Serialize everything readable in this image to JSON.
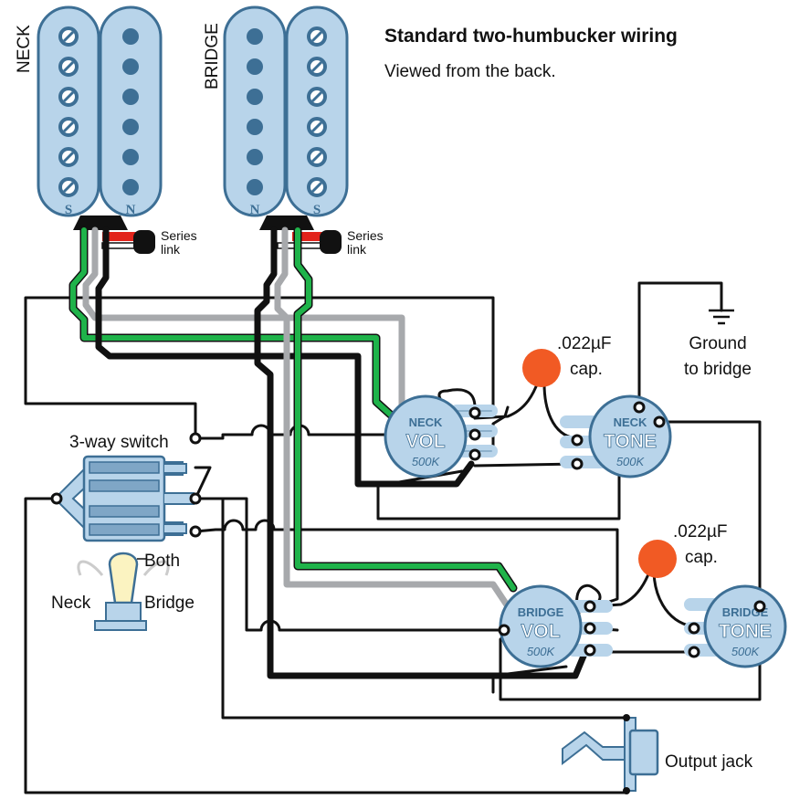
{
  "header": {
    "title": "Standard two-humbucker wiring",
    "subtitle": "Viewed from the back."
  },
  "pickups": {
    "neck": {
      "label": "NECK",
      "pole_left": "S",
      "pole_right": "N",
      "link": [
        "Series",
        "link"
      ]
    },
    "bridge": {
      "label": "BRIDGE",
      "pole_left": "N",
      "pole_right": "S",
      "link": [
        "Series",
        "link"
      ]
    }
  },
  "pots": {
    "neck_vol": {
      "top": "NECK",
      "main": "VOL",
      "value": "500K"
    },
    "neck_tone": {
      "top": "NECK",
      "main": "TONE",
      "value": "500K"
    },
    "bridge_vol": {
      "top": "BRIDGE",
      "main": "VOL",
      "value": "500K"
    },
    "bridge_tone": {
      "top": "BRIDGE",
      "main": "TONE",
      "value": "500K"
    }
  },
  "caps": {
    "neck": {
      "value": ".022µF",
      "word": "cap."
    },
    "bridge": {
      "value": ".022µF",
      "word": "cap."
    }
  },
  "ground": {
    "line1": "Ground",
    "line2": "to bridge"
  },
  "switch": {
    "title": "3-way switch",
    "positions": {
      "left": "Neck",
      "middle": "Both",
      "right": "Bridge"
    }
  },
  "jack": {
    "label": "Output jack"
  },
  "colors": {
    "wire_black": "#111111",
    "wire_green": "#1fb34a",
    "wire_gray": "#a7a9ac",
    "wire_red": "#e2231a",
    "component_fill": "#b8d4ea",
    "component_stroke": "#3d6f95",
    "capacitor": "#f15a24",
    "toggle_cap": "#fbf3c1"
  }
}
